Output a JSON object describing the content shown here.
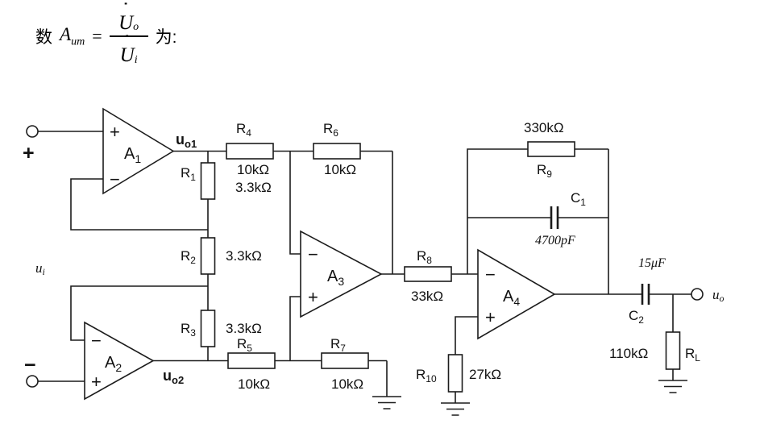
{
  "formula": {
    "prefix": "数",
    "var_base": "A",
    "var_sub": "um",
    "equals": "=",
    "numerator": {
      "dot": "˙",
      "base": "U",
      "sub": "o"
    },
    "denominator": {
      "dot": "˙",
      "base": "U",
      "sub": "i"
    },
    "suffix": "为:"
  },
  "terminals": {
    "plus_sign": "+",
    "minus_sign": "−",
    "input_label": {
      "base": "u",
      "sub": "i"
    },
    "output_label": {
      "base": "u",
      "sub": "o"
    }
  },
  "opamps": {
    "a1": {
      "base": "A",
      "sub": "1",
      "top_sign": "+",
      "bottom_sign": "−"
    },
    "a2": {
      "base": "A",
      "sub": "2",
      "top_sign": "−",
      "bottom_sign": "+"
    },
    "a3": {
      "base": "A",
      "sub": "3",
      "top_sign": "−",
      "bottom_sign": "+"
    },
    "a4": {
      "base": "A",
      "sub": "4",
      "top_sign": "−",
      "bottom_sign": "+"
    }
  },
  "nodes": {
    "uo1": {
      "base": "u",
      "sub": "o1"
    },
    "uo2": {
      "base": "u",
      "sub": "o2"
    }
  },
  "resistors": {
    "r1": {
      "base": "R",
      "sub": "1",
      "value": "3.3kΩ"
    },
    "r2": {
      "base": "R",
      "sub": "2",
      "value": "3.3kΩ"
    },
    "r3": {
      "base": "R",
      "sub": "3",
      "value": "3.3kΩ"
    },
    "r4": {
      "base": "R",
      "sub": "4",
      "value": "10kΩ"
    },
    "r5": {
      "base": "R",
      "sub": "5",
      "value": "10kΩ"
    },
    "r6": {
      "base": "R",
      "sub": "6",
      "value": "10kΩ"
    },
    "r7": {
      "base": "R",
      "sub": "7",
      "value": "10kΩ"
    },
    "r8": {
      "base": "R",
      "sub": "8",
      "value": "33kΩ"
    },
    "r9": {
      "base": "R",
      "sub": "9",
      "value": "330kΩ"
    },
    "r10": {
      "base": "R",
      "sub": "10",
      "value": "27kΩ"
    },
    "rl": {
      "base": "R",
      "sub": "L",
      "value": "110kΩ"
    }
  },
  "capacitors": {
    "c1": {
      "base": "C",
      "sub": "1",
      "value": "4700pF"
    },
    "c2": {
      "base": "C",
      "sub": "2",
      "value": "15μF"
    }
  }
}
